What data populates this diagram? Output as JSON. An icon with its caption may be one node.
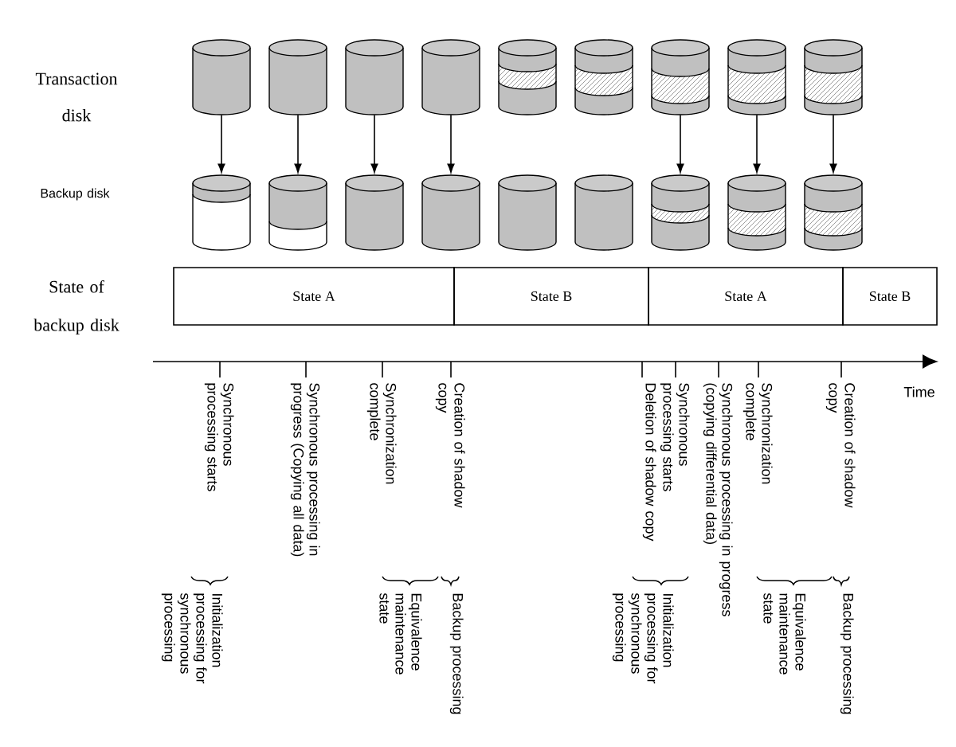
{
  "diagram": {
    "nodes": [
      {
        "text": [],
        "shape": "cylinder"
      },
      {
        "text": [],
        "shape": "cylinder"
      },
      {
        "text": [],
        "shape": "cylinder"
      },
      {
        "text": [],
        "shape": "cylinder"
      },
      {
        "text": [],
        "shape": "cylinder"
      },
      {
        "text": [],
        "shape": "cylinder"
      },
      {
        "text": [],
        "shape": "cylinder"
      },
      {
        "text": [],
        "shape": "cylinder"
      },
      {
        "text": [],
        "shape": "cylinder"
      },
      {
        "text": [],
        "shape": "cylinder"
      },
      {
        "text": [],
        "shape": "cylinder"
      },
      {
        "text": [],
        "shape": "cylinder"
      },
      {
        "text": [],
        "shape": "cylinder"
      },
      {
        "text": [],
        "shape": "cylinder"
      },
      {
        "text": [],
        "shape": "cylinder"
      },
      {
        "text": [],
        "shape": "cylinder"
      },
      {
        "text": [],
        "shape": "cylinder"
      },
      {
        "text": [],
        "shape": "cylinder"
      },
      {
        "text": [
          "State A"
        ]
      },
      {
        "text": [
          "State B"
        ]
      },
      {
        "text": [
          "State A"
        ]
      },
      {
        "text": [
          "State B"
        ]
      }
    ],
    "edges": [
      {
        "from": 0,
        "to": 9,
        "arrow": "to"
      },
      {
        "from": 1,
        "to": 10,
        "arrow": "to"
      },
      {
        "from": 2,
        "to": 11,
        "arrow": "to"
      },
      {
        "from": 3,
        "to": 12,
        "arrow": "to"
      },
      {
        "from": 6,
        "to": 15,
        "arrow": "to"
      },
      {
        "from": 7,
        "to": 16,
        "arrow": "to"
      },
      {
        "from": 8,
        "to": 17,
        "arrow": "to"
      }
    ],
    "labels": [
      "Transaction disk",
      "Backup disk",
      "State of backup disk",
      "Time",
      "Synchronous processing starts",
      "Synchronous processing in progress (Copying all data)",
      "Synchronization complete",
      "Creation of shadow copy",
      "Deletion of shadow copy",
      "Synchronous processing starts",
      "Synchronous processing in progress (copying differential data)",
      "Synchronization complete",
      "Creation of shadow copy",
      "Initialization processing for synchronous processing",
      "Equivalence maintenance state",
      "Backup processing",
      "Initialization processing for synchronous processing",
      "Equivalence maintenance state",
      "Backup processing"
    ]
  }
}
